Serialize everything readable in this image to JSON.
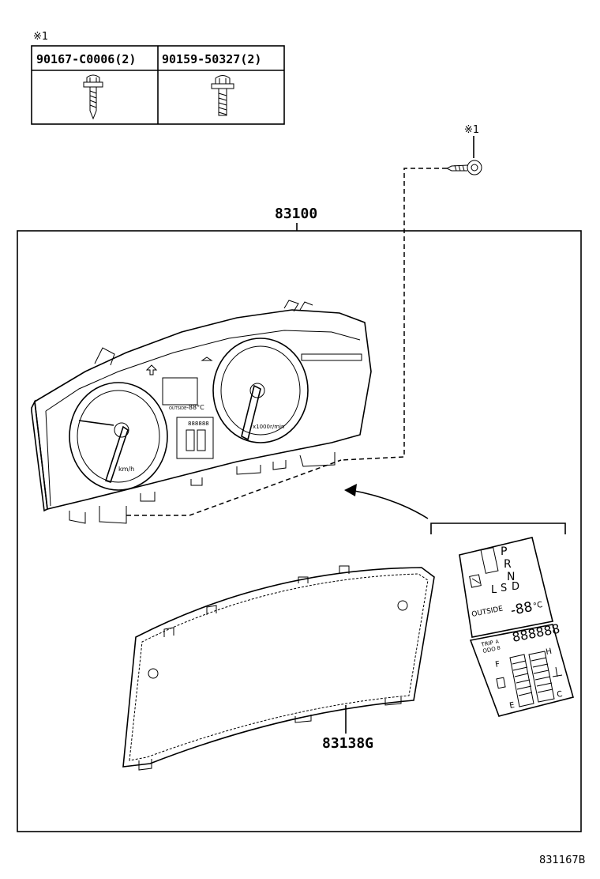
{
  "legend": {
    "marker": "※1",
    "parts": [
      {
        "number": "90167-C0006(2)",
        "icon": "tapping-screw-icon"
      },
      {
        "number": "90159-50327(2)",
        "icon": "flange-screw-icon"
      }
    ]
  },
  "callouts": {
    "screw_marker": "※1",
    "assembly": "83100",
    "glass": "83138G"
  },
  "detail": {
    "gear_letters": [
      "P",
      "R",
      "N",
      "S",
      "D"
    ],
    "shift_prefix": "L",
    "outside_label": "OUTSIDE",
    "temp_unit": "°C",
    "temp_digits": "-88",
    "odo_digits": "888888",
    "trip_label": "TRIP",
    "odo_label": "ODO",
    "trip_a": "A",
    "trip_b": "B",
    "fuel_full": "F",
    "fuel_empty": "E",
    "temp_hot": "H",
    "temp_cold": "C"
  },
  "cluster": {
    "speed_unit": "km/h",
    "tach_unit": "x1000r/min",
    "outside_mini": "OUTSIDE",
    "mini_temp": "-88°C",
    "mini_odo": "888888"
  },
  "footer": {
    "drawing_id": "831167B"
  }
}
